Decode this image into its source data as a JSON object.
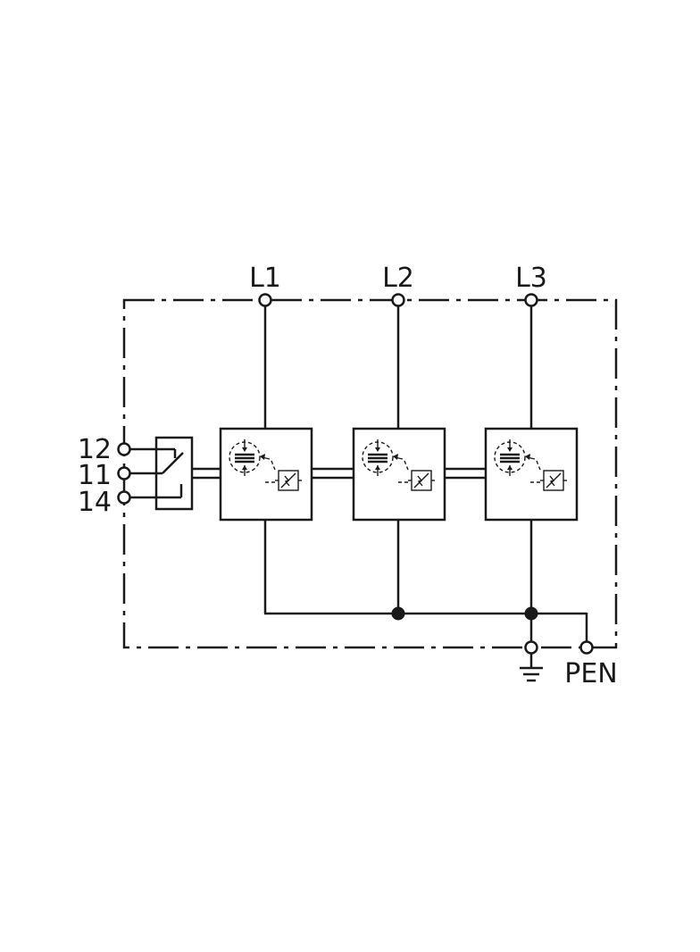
{
  "diagram": {
    "phases": [
      {
        "label": "L1"
      },
      {
        "label": "L2"
      },
      {
        "label": "L3"
      }
    ],
    "remote_contacts": [
      {
        "label": "12"
      },
      {
        "label": "11"
      },
      {
        "label": "14"
      }
    ],
    "outputs": {
      "earth_symbol": "ground-icon",
      "pen_label": "PEN"
    },
    "line_color": "#1a1a1a"
  }
}
